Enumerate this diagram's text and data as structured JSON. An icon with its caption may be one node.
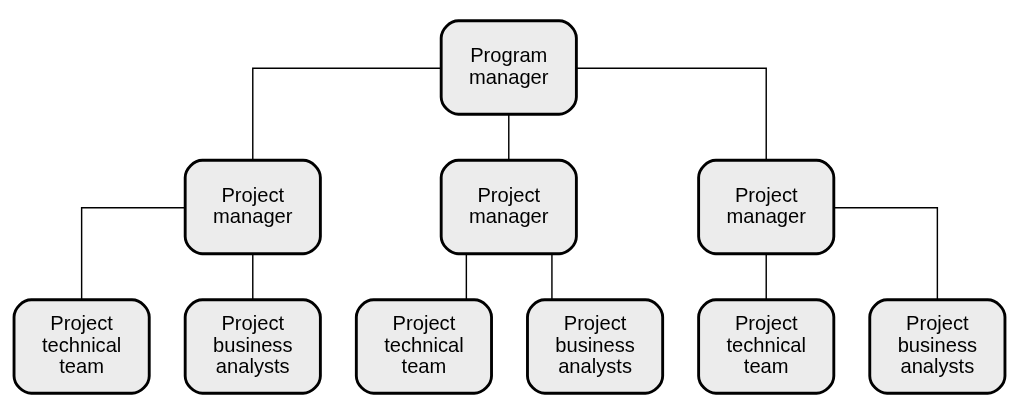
{
  "diagram": {
    "nodes": [
      {
        "text": [
          "Program manager"
        ]
      },
      {
        "text": [
          "Project manager"
        ]
      },
      {
        "text": [
          "Project manager"
        ]
      },
      {
        "text": [
          "Project manager"
        ]
      },
      {
        "text": [
          "Project technical team"
        ]
      },
      {
        "text": [
          "Project business analysts"
        ]
      },
      {
        "text": [
          "Project technical team"
        ]
      },
      {
        "text": [
          "Project business analysts"
        ]
      },
      {
        "text": [
          "Project technical team"
        ]
      },
      {
        "text": [
          "Project business analysts"
        ]
      }
    ],
    "edges": [
      {
        "from": 0,
        "to": 1,
        "arrow": "none"
      },
      {
        "from": 0,
        "to": 2,
        "arrow": "none"
      },
      {
        "from": 0,
        "to": 3,
        "arrow": "none"
      },
      {
        "from": 1,
        "to": 4,
        "arrow": "none"
      },
      {
        "from": 1,
        "to": 5,
        "arrow": "none"
      },
      {
        "from": 2,
        "to": 6,
        "arrow": "none"
      },
      {
        "from": 2,
        "to": 7,
        "arrow": "none"
      },
      {
        "from": 3,
        "to": 8,
        "arrow": "none"
      },
      {
        "from": 3,
        "to": 9,
        "arrow": "none"
      }
    ]
  }
}
